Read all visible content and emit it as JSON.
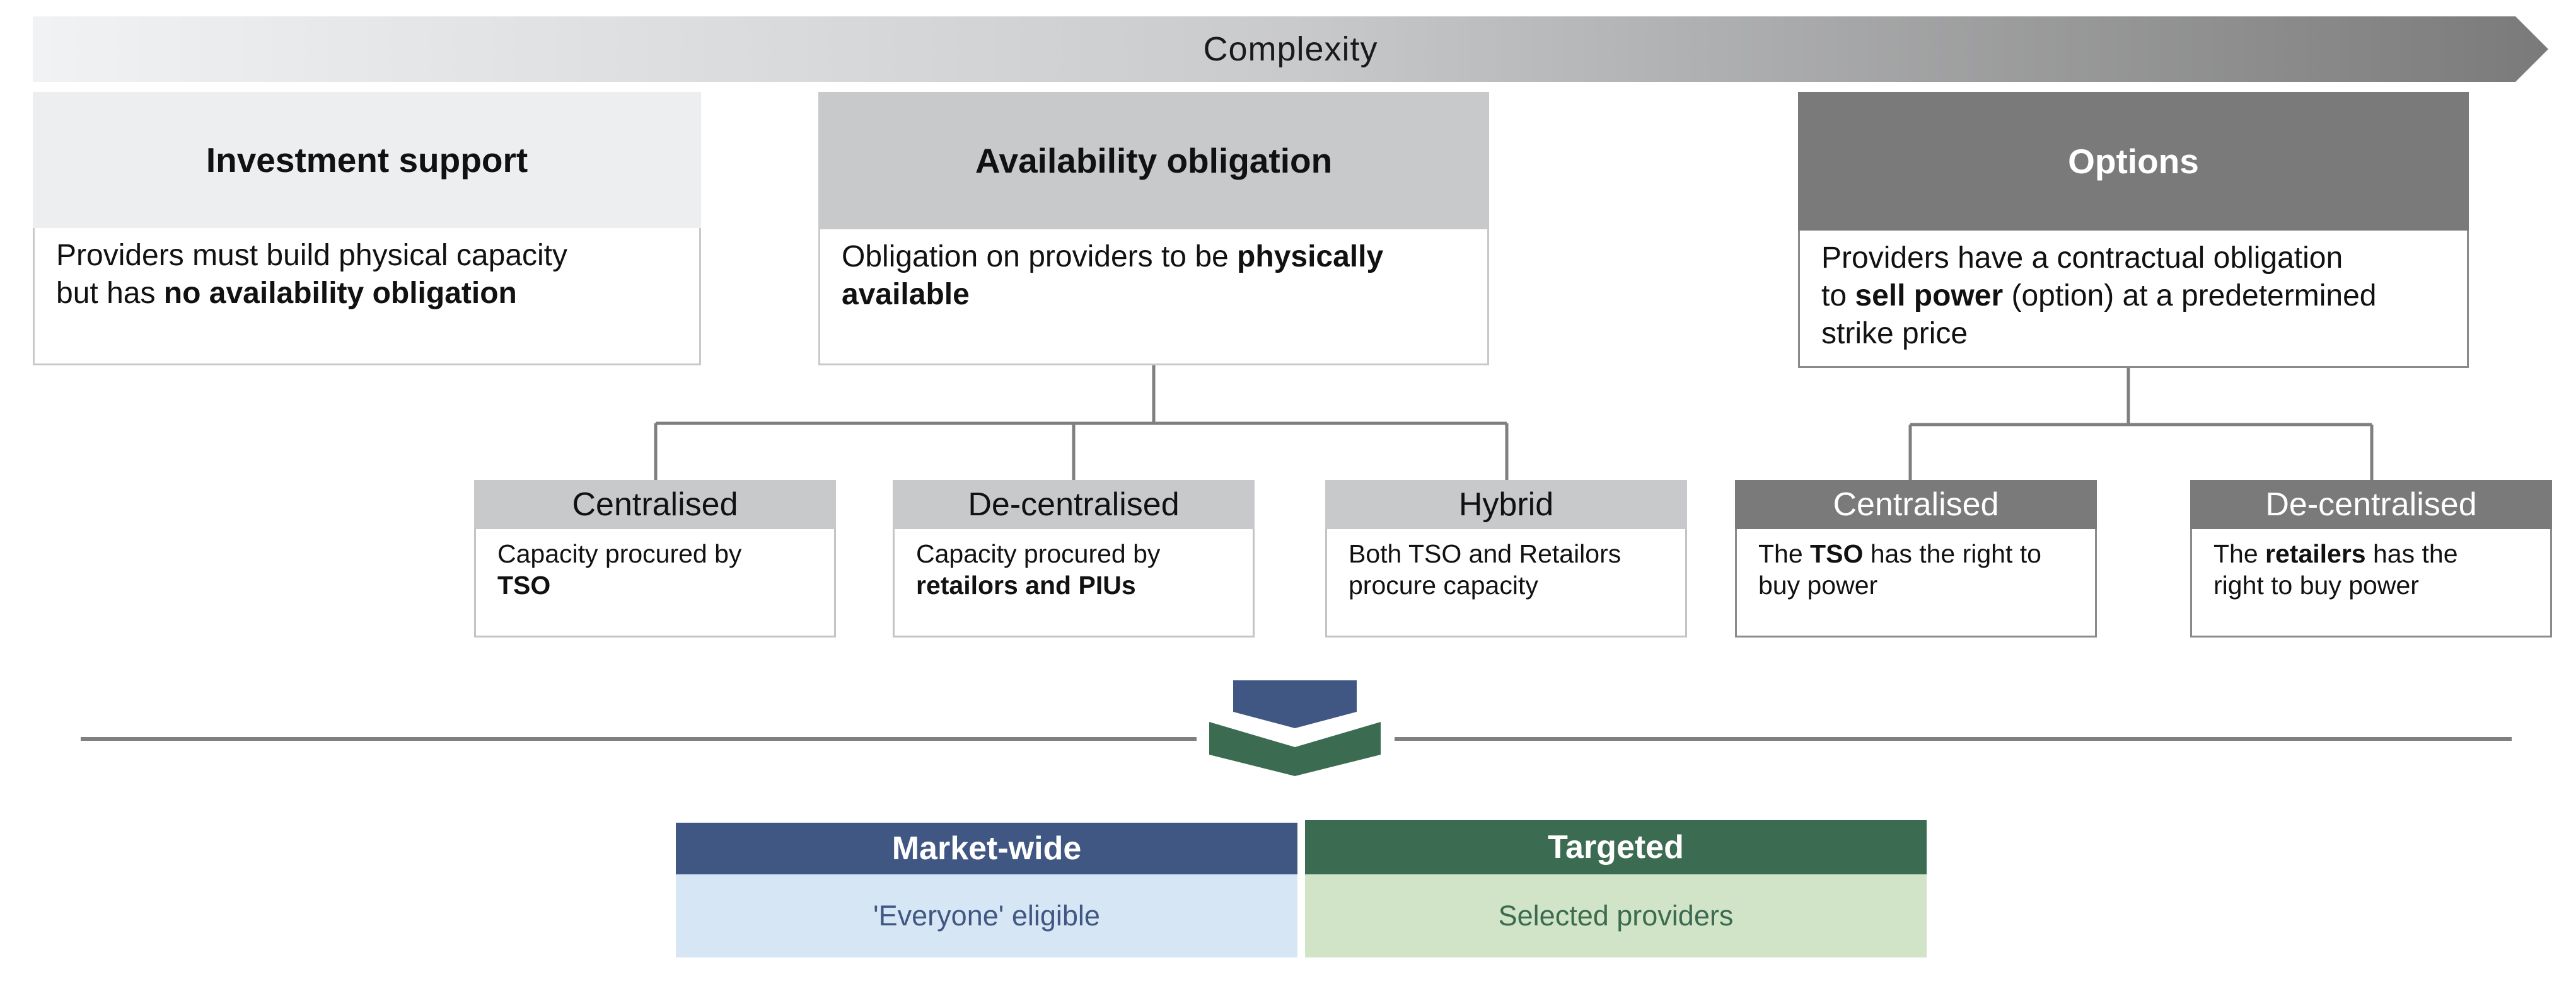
{
  "complexity": {
    "label": "Complexity"
  },
  "boxes": {
    "investment": {
      "title": "Investment support",
      "body": [
        {
          "text": "Providers must build physical capacity"
        },
        {
          "br": true
        },
        {
          "text": "but has "
        },
        {
          "bold": "no availability obligation"
        }
      ]
    },
    "availability": {
      "title": "Availability obligation",
      "body": [
        {
          "text": "Obligation on providers to be "
        },
        {
          "bold": "physically"
        },
        {
          "br": true
        },
        {
          "bold": "available"
        }
      ]
    },
    "options": {
      "title": "Options",
      "body": [
        {
          "text": "Providers have a contractual obligation"
        },
        {
          "br": true
        },
        {
          "text": "to "
        },
        {
          "bold": "sell power"
        },
        {
          "text": " (option) at a predetermined"
        },
        {
          "br": true
        },
        {
          "text": "strike price"
        }
      ]
    }
  },
  "sub_boxes": {
    "avail_centralised": {
      "title": "Centralised",
      "body": [
        {
          "text": "Capacity procured by"
        },
        {
          "br": true
        },
        {
          "bold": "TSO"
        }
      ]
    },
    "avail_decentralised": {
      "title": "De-centralised",
      "body": [
        {
          "text": "Capacity procured by"
        },
        {
          "br": true
        },
        {
          "bold": "retailors and PIUs"
        }
      ]
    },
    "avail_hybrid": {
      "title": "Hybrid",
      "body": [
        {
          "text": "Both TSO and Retailors"
        },
        {
          "br": true
        },
        {
          "text": "procure capacity"
        }
      ]
    },
    "options_centralised": {
      "title": "Centralised",
      "body": [
        {
          "text": "The "
        },
        {
          "bold": "TSO"
        },
        {
          "text": " has the right to"
        },
        {
          "br": true
        },
        {
          "text": "buy power"
        }
      ]
    },
    "options_decentralised": {
      "title": "De-centralised",
      "body": [
        {
          "text": "The "
        },
        {
          "bold": "retailers"
        },
        {
          "text": " has the"
        },
        {
          "br": true
        },
        {
          "text": "right to buy power"
        }
      ]
    }
  },
  "bottom": {
    "market_wide": {
      "title": "Market-wide",
      "body": "'Everyone' eligible"
    },
    "targeted": {
      "title": "Targeted",
      "body": "Selected providers"
    }
  },
  "colors": {
    "arrow_start": "#f1f2f4",
    "arrow_end": "#7a7a7a",
    "light_head": "#eceef0",
    "mid_head": "#c8c9cb",
    "dark_head": "#7a7a7a",
    "connector": "#7f7f7f",
    "navy": "#3f5782",
    "green": "#3b6b50",
    "light_blue": "#d7e6f4",
    "light_green": "#d2e4c8",
    "navy_text": "#3f5782",
    "green_text": "#3b6b50"
  }
}
